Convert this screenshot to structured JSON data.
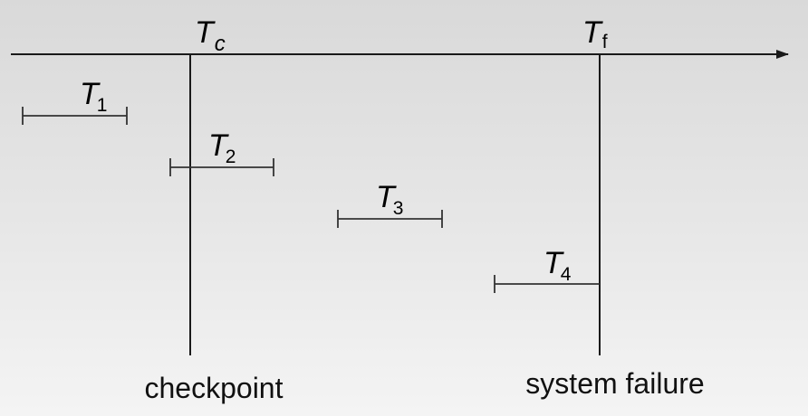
{
  "timeline": {
    "markers": [
      {
        "id": "checkpoint",
        "main": "T",
        "sub": "c",
        "caption": "checkpoint"
      },
      {
        "id": "failure",
        "main": "T",
        "sub": "f",
        "caption": "system failure"
      }
    ]
  },
  "transactions": [
    {
      "main": "T",
      "sub": "1"
    },
    {
      "main": "T",
      "sub": "2"
    },
    {
      "main": "T",
      "sub": "3"
    },
    {
      "main": "T",
      "sub": "4"
    }
  ]
}
